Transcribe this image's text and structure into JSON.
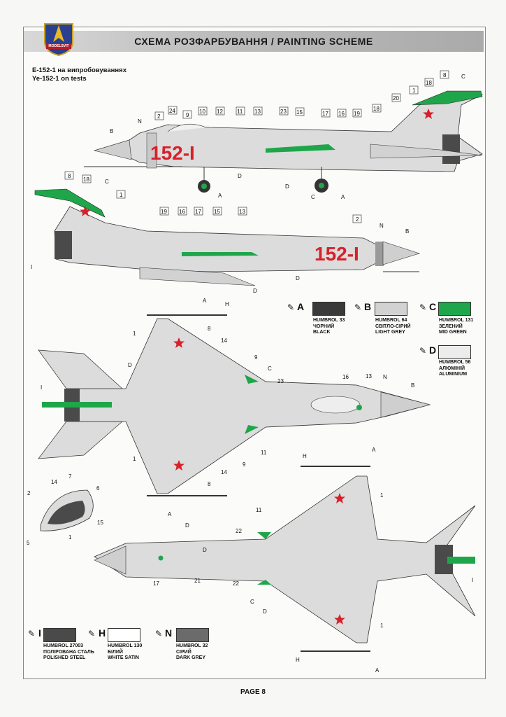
{
  "header": {
    "title": "СХЕМА РОЗФАРБУВАННЯ / PAINTING SCHEME",
    "logo_text": "MODELSVIT"
  },
  "subtitle": {
    "line1": "Е-152-1 на випробовуваннях",
    "line2": "Ye-152-1 on tests"
  },
  "aircraft_code": "152-I",
  "paints_top": [
    {
      "letter": "A",
      "code": "HUMBROL 33",
      "ua": "ЧОРНИЙ",
      "en": "BLACK",
      "color": "#3a3a3a"
    },
    {
      "letter": "B",
      "code": "HUMBROL 64",
      "ua": "СВІТЛО-СІРИЙ",
      "en": "LIGHT GREY",
      "color": "#d2d2d2"
    },
    {
      "letter": "C",
      "code": "HUMBROL 131",
      "ua": "ЗЕЛЕНИЙ",
      "en": "MID GREEN",
      "color": "#1fa64a"
    },
    {
      "letter": "D",
      "code": "HUMBROL 56",
      "ua": "АЛЮМІНІЙ",
      "en": "ALUMINIUM",
      "color": "#ececec"
    }
  ],
  "paints_bottom": [
    {
      "letter": "I",
      "code": "HUMBROL 27003",
      "ua": "ПОЛІРОВАНА СТАЛЬ",
      "en": "POLISHED STEEL",
      "color": "#4a4a4a"
    },
    {
      "letter": "H",
      "code": "HUMBROL 130",
      "ua": "БІЛИЙ",
      "en": "WHITE SATIN",
      "color": "#ffffff"
    },
    {
      "letter": "N",
      "code": "HUMBROL 32",
      "ua": "СІРИЙ",
      "en": "DARK GREY",
      "color": "#6b6b6b"
    }
  ],
  "callouts": {
    "side_top": [
      "2",
      "24",
      "9",
      "10",
      "12",
      "11",
      "13",
      "23",
      "15",
      "17",
      "16",
      "19",
      "18",
      "20",
      "1",
      "18",
      "8"
    ],
    "side_bottom": [
      "8",
      "18",
      "1",
      "19",
      "16",
      "17",
      "15",
      "13",
      "2"
    ],
    "plan_top": [
      "1",
      "8",
      "14",
      "9",
      "23",
      "16",
      "13"
    ],
    "plan_mid": [
      "11",
      "9",
      "14",
      "8",
      "1"
    ],
    "canopy": [
      "2",
      "14",
      "7",
      "6",
      "15",
      "1",
      "5"
    ],
    "plan_bottom": [
      "1",
      "11",
      "22",
      "22",
      "21",
      "17",
      "1"
    ]
  },
  "paint_letters": [
    "A",
    "B",
    "C",
    "D",
    "H",
    "I",
    "N"
  ],
  "footer": {
    "page": "PAGE 8"
  },
  "colors": {
    "green": "#1fa64a",
    "red": "#d8202a",
    "grey": "#d6d6d6",
    "dark": "#4a4a4a"
  }
}
